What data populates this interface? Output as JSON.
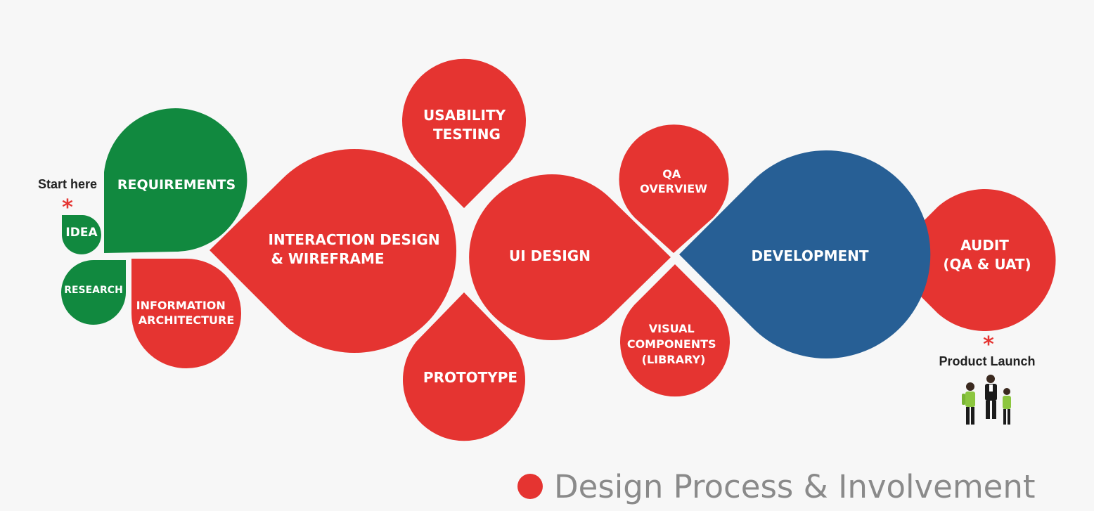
{
  "colors": {
    "red": "#e53431",
    "green": "#11893f",
    "blue": "#275f95",
    "background": "#f7f7f7"
  },
  "annotations": {
    "start_here": "Start here",
    "product_launch": "Product Launch",
    "marker": "*"
  },
  "stages": {
    "idea": [
      "IDEA"
    ],
    "requirements": [
      "REQUIREMENTS"
    ],
    "research": [
      "RESEARCH"
    ],
    "information_architecture": [
      "INFORMATION",
      "ARCHITECTURE"
    ],
    "interaction_design": [
      "INTERACTION DESIGN",
      "& WIREFRAME"
    ],
    "usability_testing": [
      "USABILITY",
      "TESTING"
    ],
    "prototype": [
      "PROTOTYPE"
    ],
    "ui_design": [
      "UI DESIGN"
    ],
    "qa_overview": [
      "QA",
      "OVERVIEW"
    ],
    "visual_components": [
      "VISUAL",
      "COMPONENTS",
      "(LIBRARY)"
    ],
    "development": [
      "DEVELOPMENT"
    ],
    "audit": [
      "AUDIT",
      "(QA & UAT)"
    ]
  },
  "legend": {
    "label": "Design Process & Involvement"
  }
}
